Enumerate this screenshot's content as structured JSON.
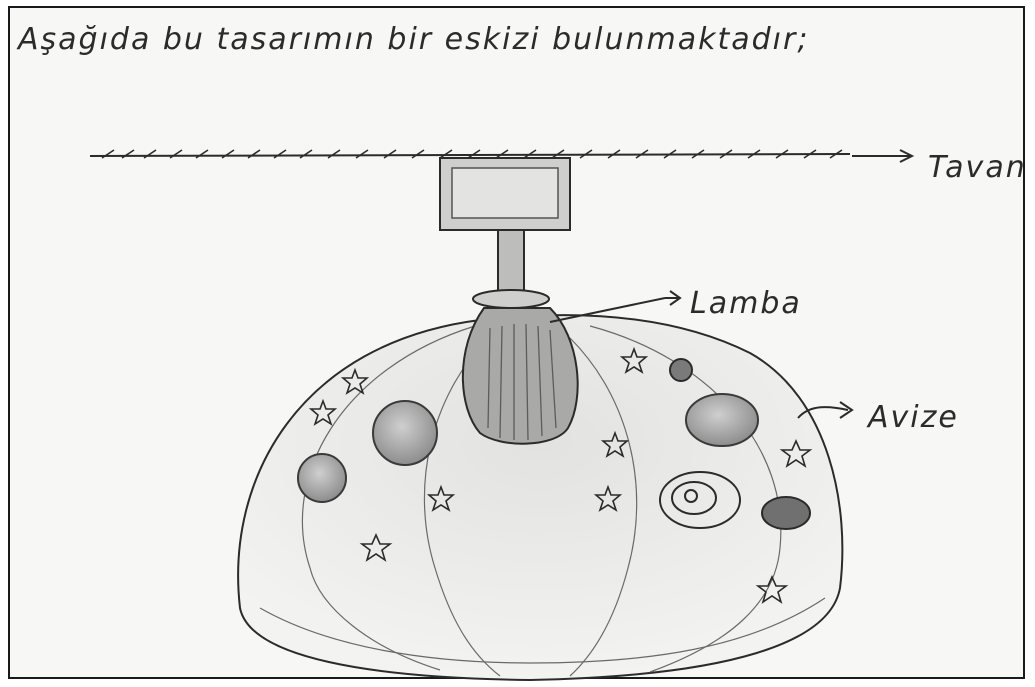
{
  "title": "Aşağıda bu tasarımın bir eskizi bulunmaktadır;",
  "labels": {
    "ceiling": "Tavan",
    "lamp": "Lamba",
    "chandelier": "Avize"
  },
  "colors": {
    "pencil": "#2b2b2b",
    "shade": "#9a9a9a",
    "paper": "#f7f7f5"
  }
}
